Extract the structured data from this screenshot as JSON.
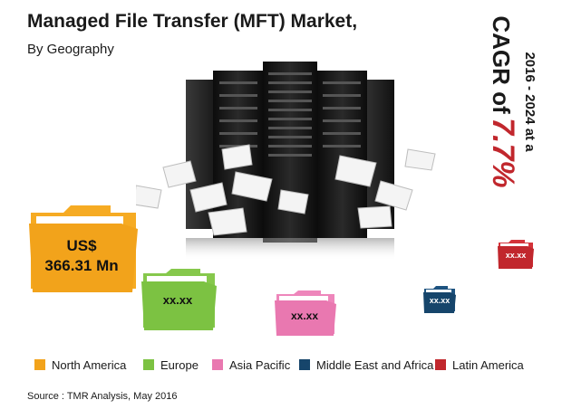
{
  "header": {
    "title": "Managed File Transfer (MFT) Market,",
    "subtitle": "By Geography"
  },
  "cagr": {
    "period": "2016 - 2024 at a",
    "label": "CAGR of",
    "value": "7.7%"
  },
  "folders": {
    "north_america_currency": "US$",
    "north_america_value": "366.31 Mn",
    "europe_value": "xx.xx",
    "asia_pacific_value": "xx.xx",
    "mea_value": "xx.xx",
    "latin_america_value": "xx.xx"
  },
  "legend": [
    {
      "label": "North America",
      "color": "#f2a31b"
    },
    {
      "label": "Europe",
      "color": "#7cc242"
    },
    {
      "label": "Asia Pacific",
      "color": "#e978b0"
    },
    {
      "label": "Middle East and Africa",
      "color": "#16456b"
    },
    {
      "label": "Latin America",
      "color": "#c1272d"
    }
  ],
  "source": "Source : TMR Analysis, May 2016"
}
